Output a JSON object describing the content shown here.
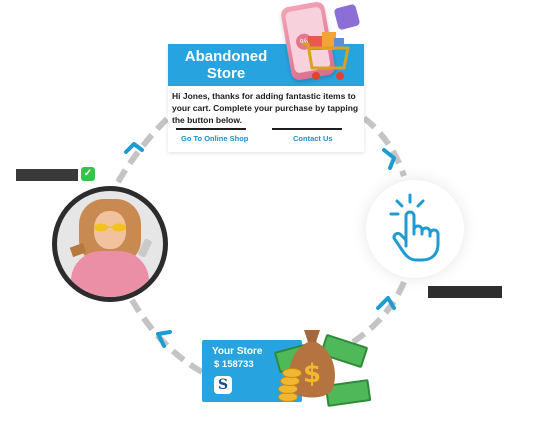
{
  "email": {
    "title": "Abandoned Store",
    "body": "Hi Jones, thanks for adding fantastic items to your cart. Complete your purchase by tapping the button below.",
    "link_shop": "Go To Online Shop",
    "link_contact": "Contact Us"
  },
  "store": {
    "name": "Your Store",
    "amount": "$ 158733",
    "logo_letter": "S"
  },
  "icons": {
    "check": "✓",
    "discount": "%",
    "click": "hand-pointer-icon",
    "money": "money-bag-icon"
  },
  "colors": {
    "accent": "#27a4e0",
    "arrow": "#1f9bd3",
    "path": "#bdbdbd",
    "success": "#37c24a"
  }
}
